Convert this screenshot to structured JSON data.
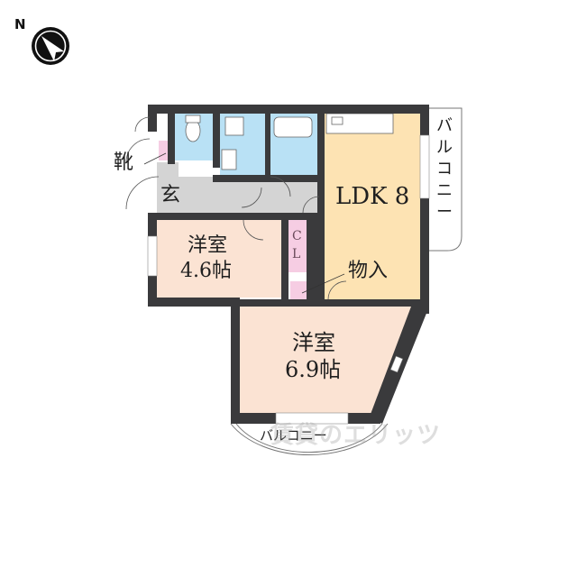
{
  "compass": {
    "label": "N",
    "icon": "north-arrow-icon"
  },
  "rooms": {
    "ldk": {
      "label": "LDK 8"
    },
    "western_room_1": {
      "name": "洋室",
      "size": "4.6帖"
    },
    "western_room_2": {
      "name": "洋室",
      "size": "6.9帖"
    },
    "entrance": {
      "label": "玄"
    },
    "shoe_box": {
      "label": "靴"
    },
    "closet": {
      "label": "CL"
    },
    "storage": {
      "label": "物入"
    },
    "balcony_east": {
      "label": "バルコニー"
    },
    "balcony_south": {
      "label": "バルコニー"
    }
  },
  "colors": {
    "wall": "#3a3a3c",
    "ldk_fill": "#fde3b3",
    "western_fill": "#fbe3d3",
    "wet_area_fill": "#b9e1f5",
    "entrance_fill": "#d4d4d4",
    "closet_fill": "#f6cde3"
  },
  "watermark": {
    "text": "賃貸のエリッツ"
  }
}
